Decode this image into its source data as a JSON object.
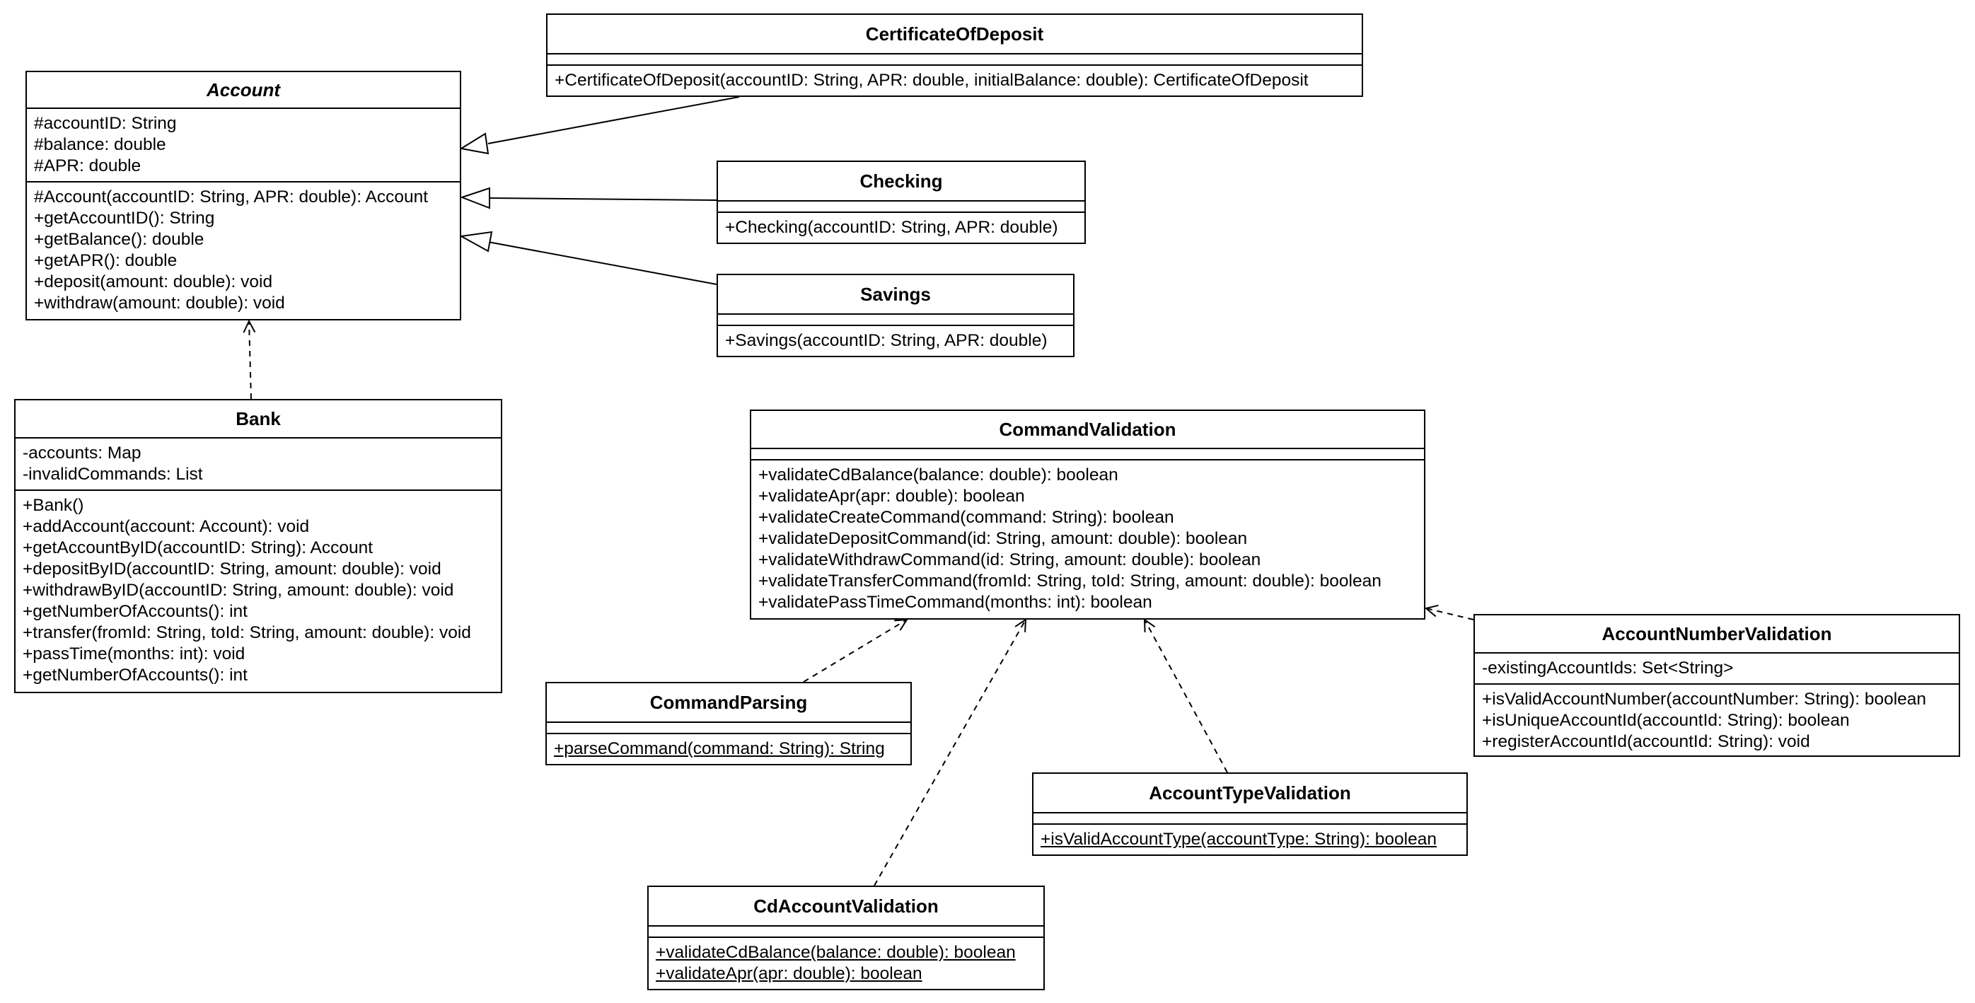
{
  "classes": {
    "account": {
      "name": "Account",
      "attributes": [
        "#accountID: String",
        "#balance: double",
        "#APR: double"
      ],
      "methods": [
        "#Account(accountID: String, APR: double): Account",
        "+getAccountID(): String",
        "+getBalance(): double",
        "+getAPR(): double",
        "+deposit(amount: double): void",
        "+withdraw(amount: double): void"
      ]
    },
    "certificate_of_deposit": {
      "name": "CertificateOfDeposit",
      "methods": [
        "+CertificateOfDeposit(accountID: String, APR: double, initialBalance: double): CertificateOfDeposit"
      ]
    },
    "checking": {
      "name": "Checking",
      "methods": [
        "+Checking(accountID: String, APR: double)"
      ]
    },
    "savings": {
      "name": "Savings",
      "methods": [
        "+Savings(accountID: String, APR: double)"
      ]
    },
    "bank": {
      "name": "Bank",
      "attributes": [
        "-accounts: Map",
        "-invalidCommands: List"
      ],
      "methods": [
        "+Bank()",
        "+addAccount(account: Account): void",
        "+getAccountByID(accountID: String): Account",
        "+depositByID(accountID: String, amount: double): void",
        "+withdrawByID(accountID: String, amount: double): void",
        "+getNumberOfAccounts(): int",
        "+transfer(fromId: String, toId: String, amount: double): void",
        "+passTime(months: int): void",
        "+getNumberOfAccounts(): int"
      ]
    },
    "command_validation": {
      "name": "CommandValidation",
      "methods": [
        "+validateCdBalance(balance: double): boolean",
        "+validateApr(apr: double): boolean",
        "+validateCreateCommand(command: String): boolean",
        "+validateDepositCommand(id: String, amount: double): boolean",
        "+validateWithdrawCommand(id: String, amount: double): boolean",
        "+validateTransferCommand(fromId: String, toId: String, amount: double): boolean",
        "+validatePassTimeCommand(months: int): boolean"
      ]
    },
    "account_number_validation": {
      "name": "AccountNumberValidation",
      "attributes": [
        "-existingAccountIds: Set<String>"
      ],
      "methods": [
        "+isValidAccountNumber(accountNumber: String): boolean",
        "+isUniqueAccountId(accountId: String): boolean",
        "+registerAccountId(accountId: String): void"
      ]
    },
    "command_parsing": {
      "name": "CommandParsing",
      "methods": [
        "+parseCommand(command: String): String"
      ]
    },
    "account_type_validation": {
      "name": "AccountTypeValidation",
      "methods": [
        "+isValidAccountType(accountType: String): boolean"
      ]
    },
    "cd_account_validation": {
      "name": "CdAccountValidation",
      "methods": [
        "+validateCdBalance(balance: double): boolean",
        "+validateApr(apr: double): boolean"
      ]
    }
  },
  "relationships": [
    {
      "type": "generalization",
      "from": "certificate_of_deposit",
      "to": "account"
    },
    {
      "type": "generalization",
      "from": "checking",
      "to": "account"
    },
    {
      "type": "generalization",
      "from": "savings",
      "to": "account"
    },
    {
      "type": "dependency",
      "from": "bank",
      "to": "account"
    },
    {
      "type": "dependency",
      "from": "command_parsing",
      "to": "command_validation"
    },
    {
      "type": "dependency",
      "from": "cd_account_validation",
      "to": "command_validation"
    },
    {
      "type": "dependency",
      "from": "account_type_validation",
      "to": "command_validation"
    },
    {
      "type": "dependency",
      "from": "account_number_validation",
      "to": "command_validation"
    }
  ]
}
